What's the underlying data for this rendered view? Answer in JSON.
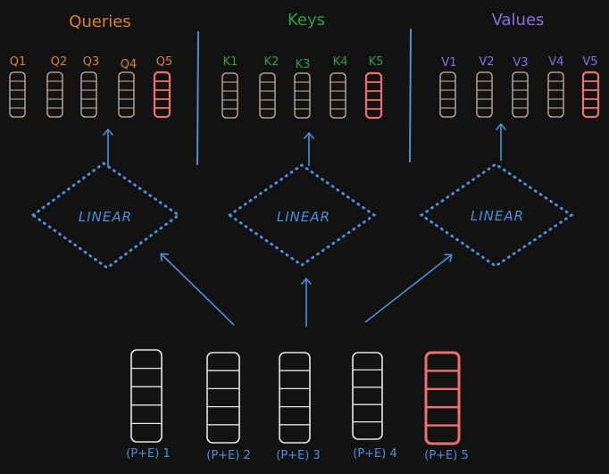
{
  "colors": {
    "background": "#121212",
    "queries": "#d9822b",
    "keys": "#2f9e44",
    "values": "#8b6fe0",
    "neutral_vector": "#cbb8a6",
    "highlight_vector": "#f07070",
    "blue": "#4a90d9",
    "input_vector": "#e6e6e6"
  },
  "sections": [
    {
      "id": "queries",
      "title": "Queries",
      "labels": [
        "Q1",
        "Q2",
        "Q3",
        "Q4",
        "Q5"
      ]
    },
    {
      "id": "keys",
      "title": "Keys",
      "labels": [
        "K1",
        "K2",
        "K3",
        "K4",
        "K5"
      ]
    },
    {
      "id": "values",
      "title": "Values",
      "labels": [
        "V1",
        "V2",
        "V3",
        "V4",
        "V5"
      ]
    }
  ],
  "linear": {
    "label": "LINEAR"
  },
  "inputs": {
    "labels": [
      "(P+E) 1",
      "(P+E) 2",
      "(P+E) 3",
      "(P+E) 4",
      "(P+E) 5"
    ]
  },
  "icons": {
    "vector": "stacked-cells-icon",
    "arrow": "arrow-up-icon"
  }
}
